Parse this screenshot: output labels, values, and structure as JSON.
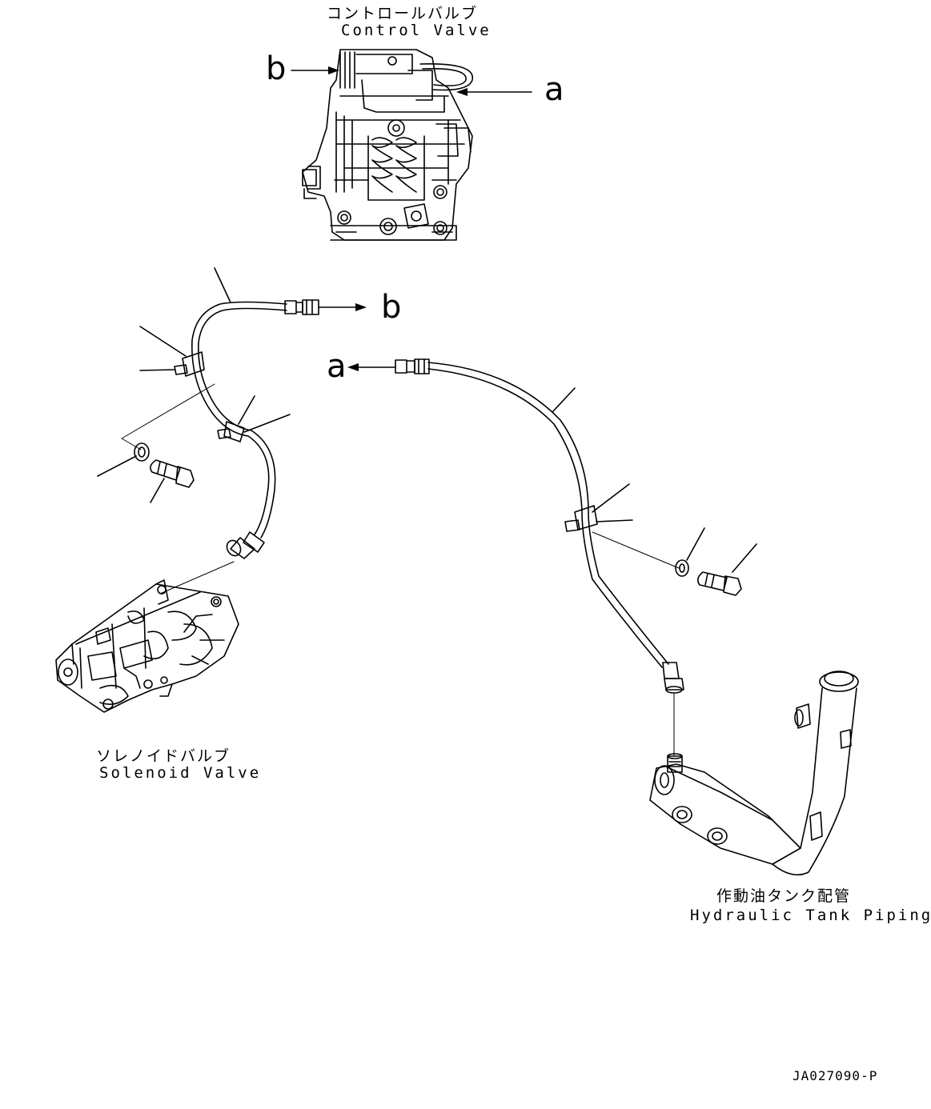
{
  "components": {
    "control_valve": {
      "label_jp": "コントロールバルブ",
      "label_en": "Control Valve"
    },
    "solenoid_valve": {
      "label_jp": "ソレノイドバルブ",
      "label_en": "Solenoid Valve"
    },
    "hydraulic_tank_piping": {
      "label_jp": "作動油タンク配管",
      "label_en": "Hydraulic Tank Piping"
    }
  },
  "connection_markers": {
    "a": "a",
    "b": "b"
  },
  "drawing_code": "JA027090-P"
}
